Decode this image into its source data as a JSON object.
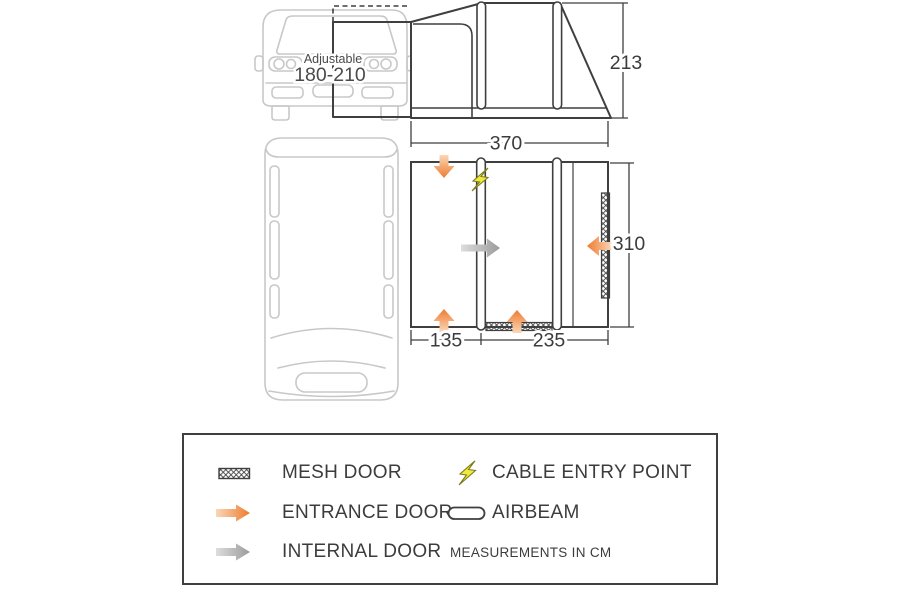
{
  "colors": {
    "diagram_line": "#3f3f3f",
    "van_line": "#c8c8c8",
    "text_color": "#3c3c3c",
    "entrance_orange": "#ee7b2f",
    "entrance_orange_light": "#fad7b8",
    "internal_gray": "#9b9b9b",
    "internal_gray_light": "#dddddd",
    "cable_yellow": "#f0ea3d",
    "cable_outline": "#7d7a1e"
  },
  "front_elevation": {
    "van_height_label_line1": "Adjustable",
    "van_height_label_line2": "180-210",
    "awning_height_cm": "213"
  },
  "plan": {
    "total_width_cm": "370",
    "depth_cm": "310",
    "front_section_width_cm": "135",
    "mid_section_width_cm": "235"
  },
  "legend": {
    "items_left": [
      {
        "icon": "mesh-door-icon",
        "label": "MESH DOOR"
      },
      {
        "icon": "entrance-door-icon",
        "label": "ENTRANCE DOOR"
      },
      {
        "icon": "internal-door-icon",
        "label": "INTERNAL DOOR"
      }
    ],
    "items_right": [
      {
        "icon": "cable-entry-point-icon",
        "label": "CABLE ENTRY POINT"
      },
      {
        "icon": "airbeam-icon",
        "label": "AIRBEAM"
      },
      {
        "icon": "",
        "label": "MEASUREMENTS IN CM"
      }
    ]
  }
}
